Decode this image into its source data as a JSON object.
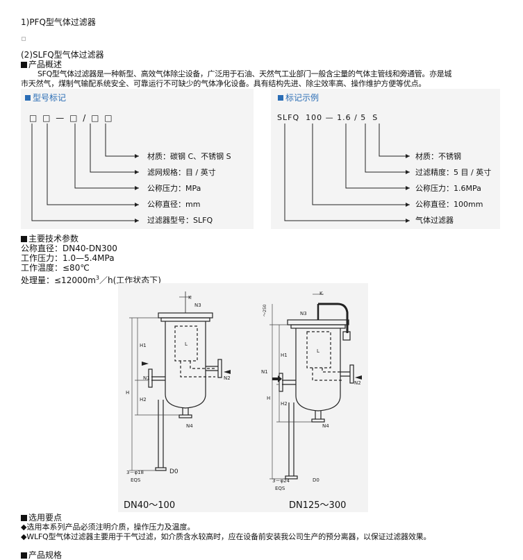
{
  "heading1": "1)PFQ型气体过滤器",
  "heading2": "(2)SLFQ型气体过滤器",
  "overview": {
    "title": "产品概述",
    "line1": "SFQ型气体过滤器是一种新型、高效气体除尘设备，广泛用于石油、天然气工业部门一般含尘量的气体主管线和旁通管。亦是城",
    "line2": "市天然气，煤制气输配系统安全、可靠运行不可缺少的气体净化设备。具有结构先进、除尘效率高、操作维护方便等优点。"
  },
  "model_notation": {
    "title": "型号标记",
    "code_row": "□ □ — □ / □ □",
    "labels": [
      "材质：碳钢 C、不锈钢 S",
      "滤网规格：目 / 英寸",
      "公称压力：MPa",
      "公称直径：mm",
      "过滤器型号：SLFQ"
    ]
  },
  "notation_example": {
    "title": "标记示例",
    "code_row": "SLFQ  100 — 1.6 / 5  S",
    "labels": [
      "材质：不锈钢",
      "过滤精度：5 目 / 英寸",
      "公称压力：1.6MPa",
      "公称直径：100mm",
      "气体过滤器"
    ]
  },
  "specs": {
    "title": "主要技术参数",
    "items": [
      "公称直径：DN40-DN300",
      "工作压力：1.0—5.4MPa",
      "工作温度：≤80℃"
    ],
    "flow_prefix": "处理量：≤12000m",
    "flow_sup": "3",
    "flow_suffix": "／h(工作状态下)"
  },
  "drawings": {
    "left": {
      "caption": "DN40～100",
      "labels": {
        "k": "K",
        "n3": "N3",
        "h1": "H1",
        "l": "L",
        "h": "H",
        "h2": "H2",
        "n1": "N1",
        "n2": "N2",
        "n4": "N4",
        "holes": "3－φ18",
        "eqs": "EQS",
        "d0": "D0"
      }
    },
    "right": {
      "caption": "DN125～300",
      "labels": {
        "k": "K",
        "n3": "N3",
        "dim250": "～250",
        "h1": "H1",
        "l": "L",
        "h": "H",
        "h2": "H2",
        "n1": "N1",
        "n2": "N2",
        "n4": "N4",
        "holes": "3－φ24",
        "eqs": "EQS",
        "d0": "D0"
      }
    }
  },
  "selection": {
    "title": "选用要点",
    "items": [
      "选用本系列产品必须注明介质，操作压力及温度。",
      "WLFQ型气体过滤器主要用于干气过滤，如介质含水较高时，应在设备前安装我公司生产的预分离器，以保证过滤器效果。"
    ]
  },
  "next_section": "产品规格"
}
